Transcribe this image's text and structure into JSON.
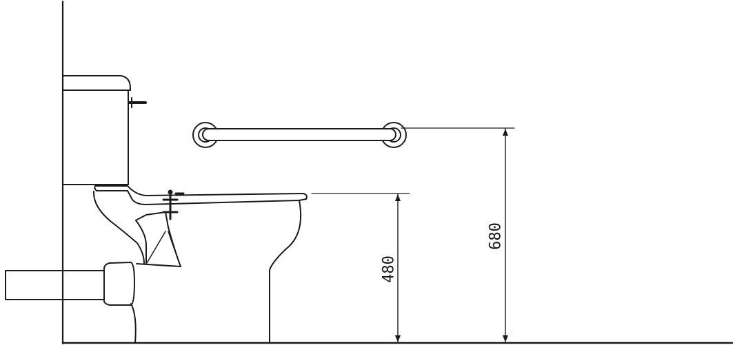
{
  "diagram": {
    "dimensions": {
      "seat_height": {
        "label": "480",
        "value_mm": 480
      },
      "rail_height": {
        "label": "680",
        "value_mm": 680
      }
    },
    "colors": {
      "line": "#1a1a1a",
      "background": "#ffffff"
    }
  }
}
